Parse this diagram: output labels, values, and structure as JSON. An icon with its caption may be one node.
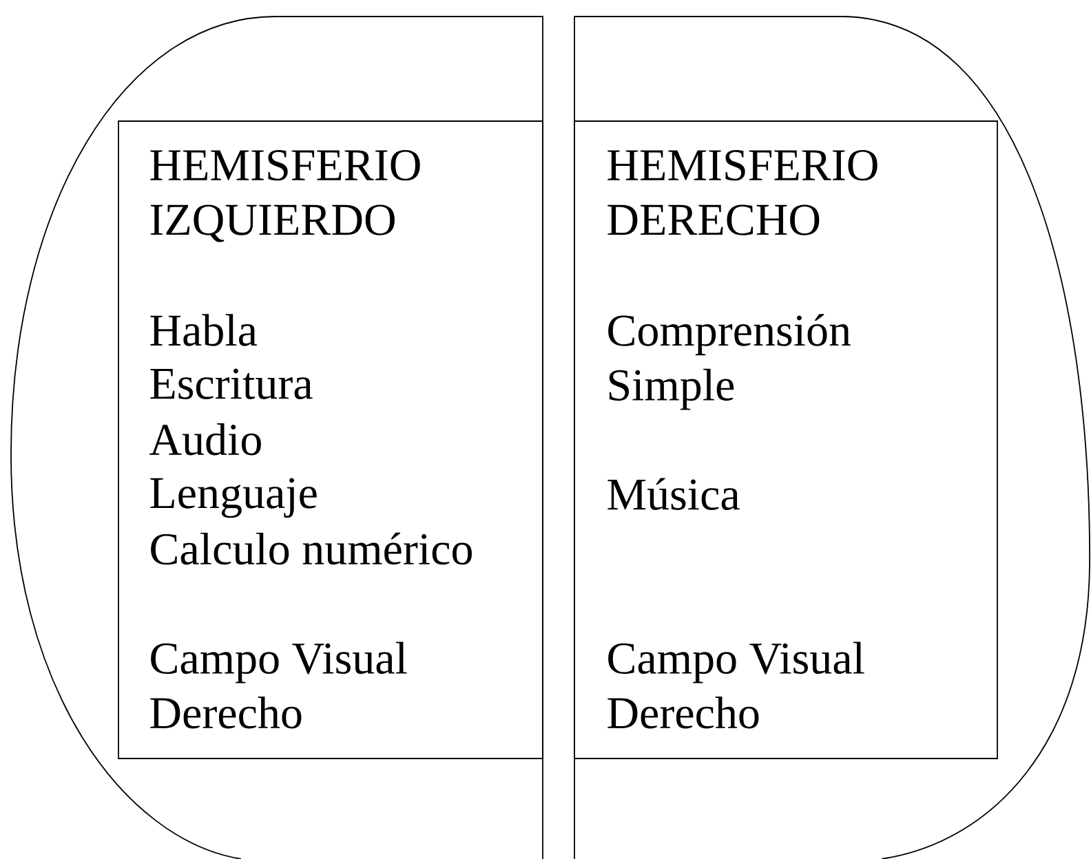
{
  "diagram": {
    "nodes": [
      {
        "text": [],
        "shape": "hemisphere"
      },
      {
        "text": [
          "HEMISFERIO IZQUIERDO",
          "Habla",
          "Escritura",
          "Audio",
          "Lenguaje",
          "Calculo numérico",
          "Campo Visual Derecho"
        ],
        "in": 0
      },
      {
        "text": [],
        "shape": "hemisphere"
      },
      {
        "text": [
          "HEMISFERIO DERECHO",
          "Comprensión Simple",
          "Música",
          "Campo Visual Derecho"
        ],
        "in": 2
      }
    ]
  }
}
